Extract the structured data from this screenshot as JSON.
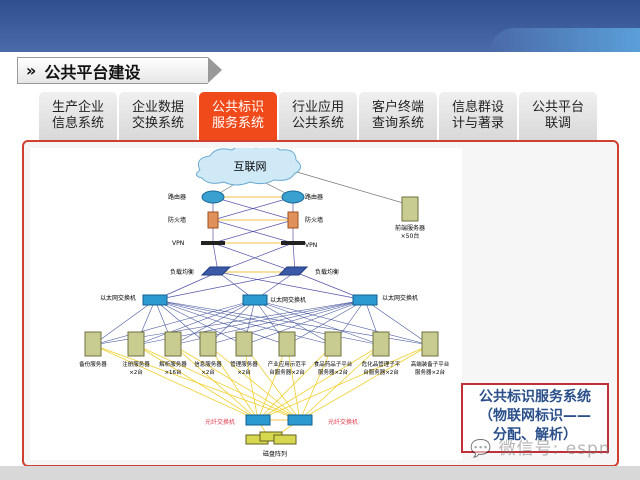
{
  "header": {
    "chevron": "»",
    "title": "公共平台建设"
  },
  "tabs": [
    {
      "line1": "生产企业",
      "line2": "信息系统",
      "active": false
    },
    {
      "line1": "企业数据",
      "line2": "交换系统",
      "active": false
    },
    {
      "line1": "公共标识",
      "line2": "服务系统",
      "active": true
    },
    {
      "line1": "行业应用",
      "line2": "公共系统",
      "active": false
    },
    {
      "line1": "客户终端",
      "line2": "查询系统",
      "active": false
    },
    {
      "line1": "信息群设",
      "line2": "计与著录",
      "active": false
    },
    {
      "line1": "公共平台",
      "line2": "联调",
      "active": false
    }
  ],
  "diagram": {
    "internet": "互联网",
    "router": "路由器",
    "firewall": "防火墙",
    "vpn": "VPN",
    "lb": "负载均衡",
    "eth_switch": "以太网交换机",
    "frontend": [
      "前端服务器",
      "×50台"
    ],
    "servers": [
      [
        "备份服务器",
        ""
      ],
      [
        "注册服务器",
        "×2台"
      ],
      [
        "解析服务器",
        "×16台"
      ],
      [
        "信息服务器",
        "×2台"
      ],
      [
        "管理服务器",
        "×2台"
      ],
      [
        "产业应用示范平",
        "台服务器×2台"
      ],
      [
        "食品药品子平台",
        "服务器×2台"
      ],
      [
        "危化品管理子平",
        "台服务器×2台"
      ],
      [
        "高端装备子平台",
        "服务器×2台"
      ]
    ],
    "fiber_switch": "光纤交换机",
    "disk_array": "磁盘阵列"
  },
  "infobox": {
    "line1": "公共标识服务系统",
    "line2": "（物联网标识——",
    "line3": "分配、解析）"
  },
  "watermark": "微信号: espn",
  "colors": {
    "active_tab": "#f04a1a",
    "frame": "#d04030",
    "info_text": "#2a4f8a"
  }
}
